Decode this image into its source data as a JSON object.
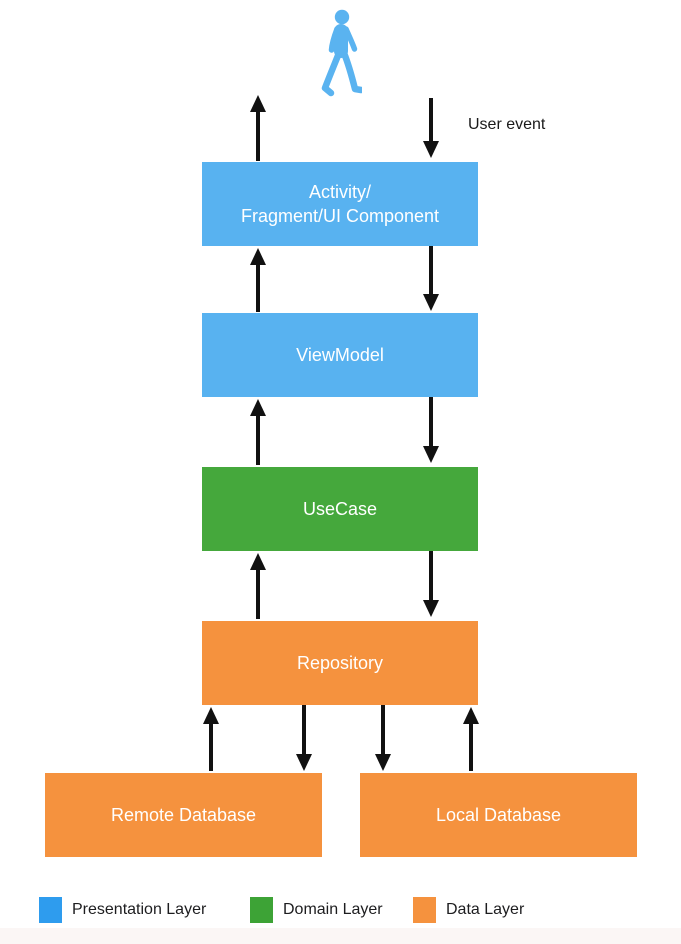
{
  "diagram": {
    "user_event_label": "User event",
    "person_icon_color": "#5ab3f0",
    "arrow_color": "#111111",
    "nodes": {
      "activity": {
        "label": "Activity/\nFragment/UI Component",
        "color": "#58b2f0"
      },
      "viewmodel": {
        "label": "ViewModel",
        "color": "#58b2f0"
      },
      "usecase": {
        "label": "UseCase",
        "color": "#45a83c"
      },
      "repository": {
        "label": "Repository",
        "color": "#f5923e"
      },
      "remote_db": {
        "label": "Remote Database",
        "color": "#f5923e"
      },
      "local_db": {
        "label": "Local Database",
        "color": "#f5923e"
      }
    },
    "edges": [
      {
        "from": "activity",
        "to": "user",
        "direction": "up"
      },
      {
        "from": "user",
        "to": "activity",
        "direction": "down",
        "label": "User event"
      },
      {
        "from": "viewmodel",
        "to": "activity",
        "direction": "up"
      },
      {
        "from": "activity",
        "to": "viewmodel",
        "direction": "down"
      },
      {
        "from": "usecase",
        "to": "viewmodel",
        "direction": "up"
      },
      {
        "from": "viewmodel",
        "to": "usecase",
        "direction": "down"
      },
      {
        "from": "repository",
        "to": "usecase",
        "direction": "up"
      },
      {
        "from": "usecase",
        "to": "repository",
        "direction": "down"
      },
      {
        "from": "remote_db",
        "to": "repository",
        "direction": "up"
      },
      {
        "from": "repository",
        "to": "remote_db",
        "direction": "down"
      },
      {
        "from": "repository",
        "to": "local_db",
        "direction": "down"
      },
      {
        "from": "local_db",
        "to": "repository",
        "direction": "up"
      }
    ],
    "legend": {
      "items": [
        {
          "label": "Presentation Layer",
          "color": "#2e9cee"
        },
        {
          "label": "Domain Layer",
          "color": "#3da336"
        },
        {
          "label": "Data Layer",
          "color": "#f5923e"
        }
      ]
    }
  }
}
